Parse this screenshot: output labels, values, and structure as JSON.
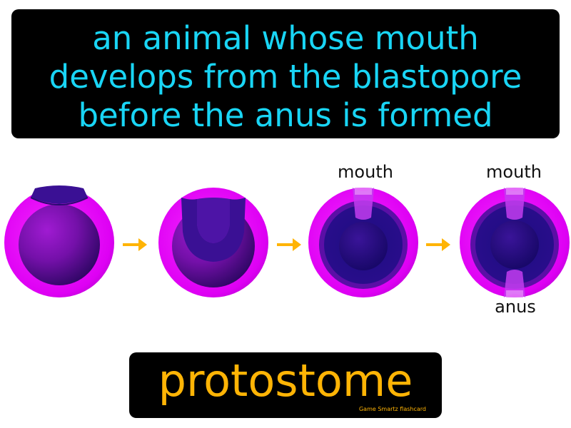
{
  "definition": {
    "lines": [
      "an animal whose mouth",
      "develops from the blastopore",
      "before the anus is formed"
    ]
  },
  "diagram": {
    "stage_count": 4,
    "stage_labels": {
      "stage3_top": "mouth",
      "stage4_top": "mouth",
      "stage4_bottom": "anus"
    },
    "arrow_icon": "right-arrow-icon"
  },
  "term": {
    "title": "protostome",
    "credit": "Game Smartz flashcard"
  },
  "colors": {
    "definition_text": "#19d5f5",
    "term_text": "#ffb405",
    "arrow": "#ffb405",
    "outer_layer": "#e800ff",
    "inner_core": "#6f0aa0",
    "blastopore": "#40108f",
    "background": "#ffffff",
    "box_background": "#000000"
  }
}
